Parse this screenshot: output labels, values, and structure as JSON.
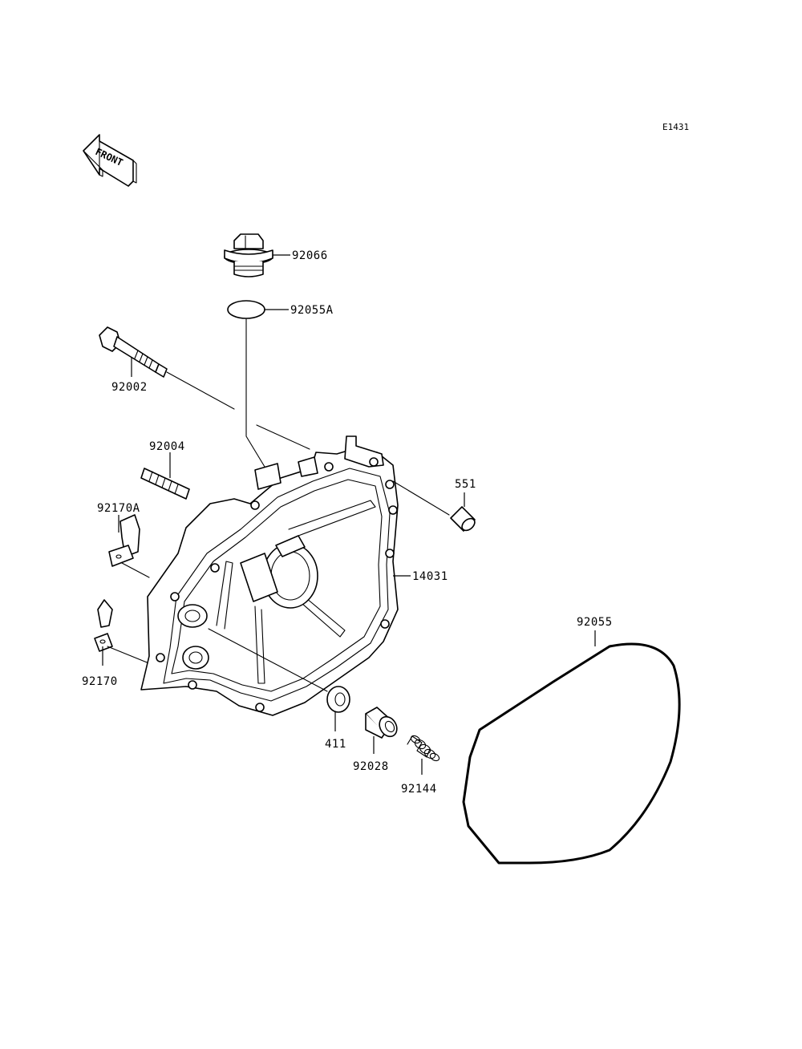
{
  "diagram_code": "E1431",
  "front_arrow_label": "FRONT",
  "parts": {
    "p92066": "92066",
    "p92055A": "92055A",
    "p92002": "92002",
    "p92004": "92004",
    "p92170A": "92170A",
    "p551": "551",
    "p14031": "14031",
    "p92055": "92055",
    "p92170": "92170",
    "p411": "411",
    "p92028": "92028",
    "p92144": "92144"
  }
}
